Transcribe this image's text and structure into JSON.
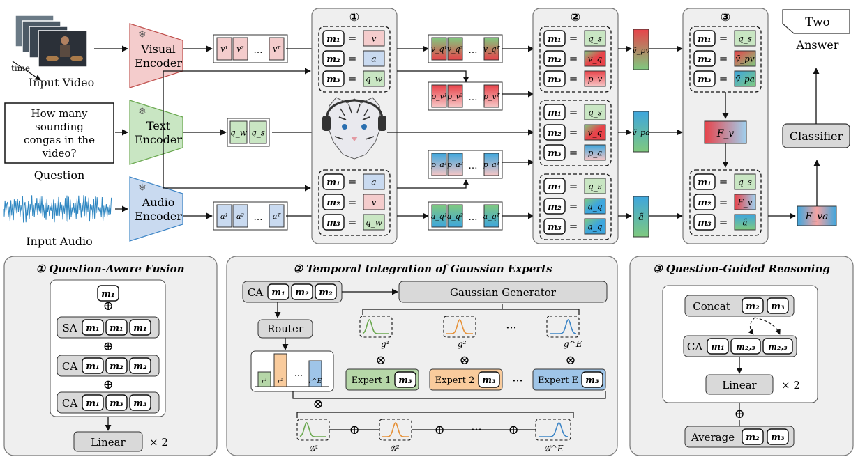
{
  "inputs": {
    "video_time_label": "time",
    "video_caption": "Input Video",
    "question_text_lines": [
      "How many",
      "sounding",
      "congas in the",
      "video?"
    ],
    "question_caption": "Question",
    "audio_caption": "Input Audio"
  },
  "encoders": {
    "visual": [
      "Visual",
      "Encoder"
    ],
    "text": [
      "Text",
      "Encoder"
    ],
    "audio": [
      "Audio",
      "Encoder"
    ],
    "frozen_icon_glyph": "❄"
  },
  "tokens": {
    "visual_seq": [
      "v¹",
      "v²",
      "…",
      "vᵀ"
    ],
    "text_seq": [
      "q_w",
      "q_s"
    ],
    "audio_seq": [
      "a¹",
      "a²",
      "…",
      "aᵀ"
    ],
    "vq_seq": [
      "v_q¹",
      "v_q²",
      "…",
      "v_qᵀ"
    ],
    "pv_seq": [
      "p_v¹",
      "p_v²",
      "…",
      "p_vᵀ"
    ],
    "pa_seq": [
      "p_a¹",
      "p_a²",
      "…",
      "p_aᵀ"
    ],
    "aq_seq": [
      "a_q¹",
      "a_q²",
      "…",
      "a_qᵀ"
    ]
  },
  "stages": {
    "stage1_number": "①",
    "stage2_number": "②",
    "stage3_number": "③",
    "stage1_top": [
      [
        "m₁",
        "v"
      ],
      [
        "m₂",
        "a"
      ],
      [
        "m₃",
        "q_w"
      ]
    ],
    "stage1_bottom": [
      [
        "m₁",
        "a"
      ],
      [
        "m₂",
        "v"
      ],
      [
        "m₃",
        "q_w"
      ]
    ],
    "stage2_top": [
      [
        "m₁",
        "q_s"
      ],
      [
        "m₂",
        "v_q"
      ],
      [
        "m₃",
        "p_v"
      ]
    ],
    "stage2_mid": [
      [
        "m₁",
        "q_s"
      ],
      [
        "m₂",
        "v_q"
      ],
      [
        "m₃",
        "p_a"
      ]
    ],
    "stage2_bottom": [
      [
        "m₁",
        "q_s"
      ],
      [
        "m₂",
        "a_q"
      ],
      [
        "m₃",
        "a_q"
      ]
    ],
    "stage3_top": [
      [
        "m₁",
        "q_s"
      ],
      [
        "m₂",
        "ṽ_pv"
      ],
      [
        "m₃",
        "ṽ_pa"
      ]
    ],
    "stage3_bottom": [
      [
        "m₁",
        "q_s"
      ],
      [
        "m₂",
        "F_v"
      ],
      [
        "m₃",
        "ã"
      ]
    ],
    "equals": "="
  },
  "outputs": {
    "v_pv": "ṽ_pv",
    "v_pa": "ṽ_pa",
    "a_tilde": "ã",
    "F_v": "F_v",
    "F_va": "F_va",
    "classifier": "Classifier",
    "answer_value": "Two",
    "answer_caption": "Answer"
  },
  "panel1": {
    "title": "① Question-Aware Fusion",
    "top_token": "m₁",
    "oplus": "⊕",
    "rows": [
      {
        "op": "SA",
        "tokens": [
          "m₁",
          "m₁",
          "m₁"
        ]
      },
      {
        "op": "CA",
        "tokens": [
          "m₁",
          "m₂",
          "m₂"
        ]
      },
      {
        "op": "CA",
        "tokens": [
          "m₁",
          "m₃",
          "m₃"
        ]
      }
    ],
    "linear": "Linear",
    "repeat": "× 2"
  },
  "panel2": {
    "title": "② Temporal Integration of Gaussian Experts",
    "ca_op": "CA",
    "ca_tokens": [
      "m₁",
      "m₂",
      "m₂"
    ],
    "gaussian_generator": "Gaussian Generator",
    "router": "Router",
    "router_bars": [
      "r¹",
      "r²",
      "…",
      "r^E"
    ],
    "g_labels": [
      "g¹",
      "g²",
      "g^E"
    ],
    "ellipsis": "···",
    "otimes": "⊗",
    "experts": [
      {
        "label": "Expert 1",
        "token": "m₃"
      },
      {
        "label": "Expert 2",
        "token": "m₃"
      },
      {
        "label": "Expert E",
        "token": "m₃"
      }
    ],
    "G_labels": [
      "𝒢¹",
      "𝒢²",
      "𝒢^E"
    ],
    "oplus": "⊕"
  },
  "panel3": {
    "title": "③ Question-Guided Reasoning",
    "concat_op": "Concat",
    "concat_tokens": [
      "m₂",
      "m₃"
    ],
    "ca_op": "CA",
    "ca_tokens": [
      "m₁",
      "m₂,₃",
      "m₂,₃"
    ],
    "linear": "Linear",
    "repeat": "× 2",
    "oplus": "⊕",
    "average_op": "Average",
    "average_tokens": [
      "m₂",
      "m₃"
    ]
  },
  "colors": {
    "visual": "#f4cccc",
    "visual_dark": "#e06666",
    "text": "#c9e6c3",
    "text_dark": "#6aa84f",
    "audio": "#c9daf0",
    "audio_dark": "#3d85c6",
    "panel_bg": "#efefef",
    "box_gray": "#d9d9d9",
    "expert1": "#b6d7a8",
    "expert2": "#f9cb9c",
    "expertE": "#9fc5e8",
    "red": "#e8434a",
    "green": "#7fc97f",
    "blue": "#3ea6dd"
  }
}
